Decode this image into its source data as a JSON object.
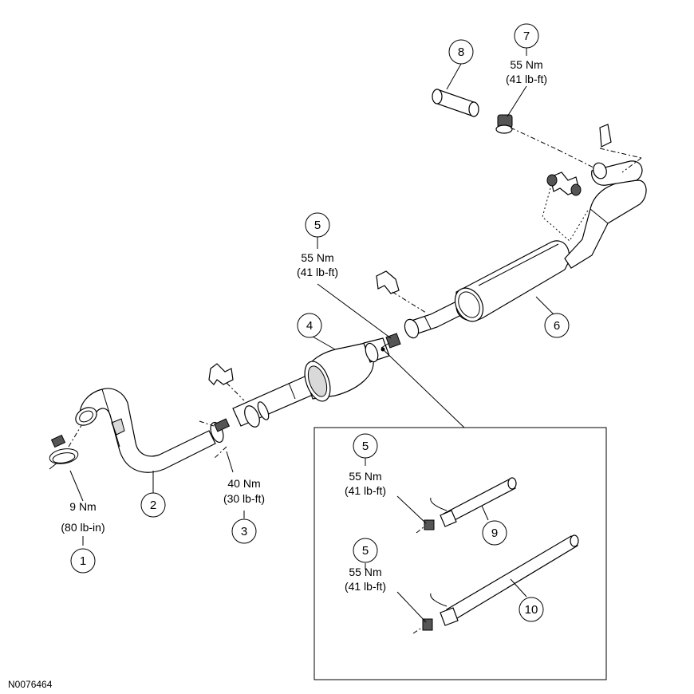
{
  "figure_id": "N0076464",
  "callouts": [
    {
      "num": "1",
      "torque_nm": "9 Nm",
      "torque_imp": "(80 lb-in)"
    },
    {
      "num": "2"
    },
    {
      "num": "3",
      "torque_nm": "40 Nm",
      "torque_imp": "(30 lb-ft)"
    },
    {
      "num": "4"
    },
    {
      "num": "5",
      "torque_nm": "55 Nm",
      "torque_imp": "(41 lb-ft)"
    },
    {
      "num": "6"
    },
    {
      "num": "7",
      "torque_nm": "55 Nm",
      "torque_imp": "(41 lb-ft)"
    },
    {
      "num": "8"
    },
    {
      "num": "5",
      "torque_nm": "55 Nm",
      "torque_imp": "(41 lb-ft)"
    },
    {
      "num": "9"
    },
    {
      "num": "5",
      "torque_nm": "55 Nm",
      "torque_imp": "(41 lb-ft)"
    },
    {
      "num": "10"
    }
  ]
}
